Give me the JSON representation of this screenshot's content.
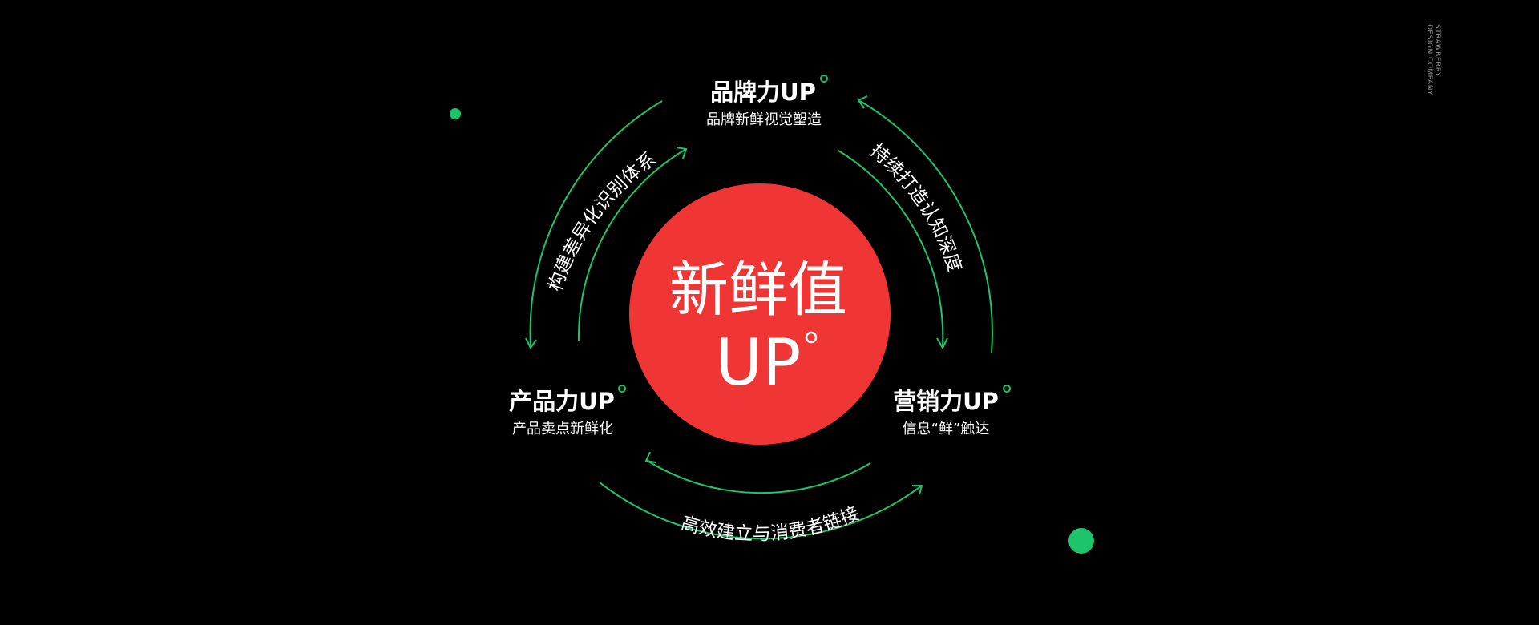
{
  "colors": {
    "background": "#000000",
    "accent_green": "#1ec46c",
    "core_red": "#f03535",
    "text": "#ffffff",
    "muted": "#9a9a9a"
  },
  "core": {
    "line1": "新鲜值",
    "line2": "UP"
  },
  "nodes": [
    {
      "title": "品牌力UP",
      "subtitle": "品牌新鲜视觉塑造"
    },
    {
      "title": "产品力UP",
      "subtitle": "产品卖点新鲜化"
    },
    {
      "title": "营销力UP",
      "subtitle": "信息“鲜”触达"
    }
  ],
  "arc_labels": {
    "left": "构建差异化识别体系",
    "right": "持续打造认知深度",
    "bottom": "高效建立与消费者链接"
  },
  "brand": {
    "line1": "STRAWBERRY",
    "line2": "DESIGN COMPANY"
  },
  "icons": {
    "degree_mark": "ring-degree-icon",
    "dots": "green-dot-icon",
    "arrows": "arrowhead-icon"
  }
}
